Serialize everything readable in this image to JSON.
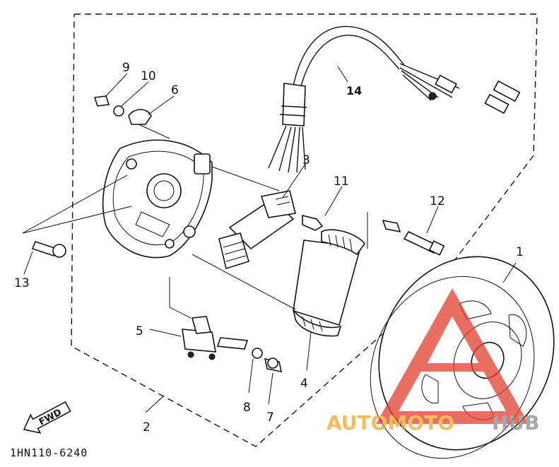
{
  "diagram": {
    "callouts": [
      "1",
      "2",
      "3",
      "4",
      "5",
      "6",
      "7",
      "8",
      "9",
      "10",
      "11",
      "12",
      "13",
      "14"
    ],
    "part_code": "1HN110-6240",
    "fwd_label": "FWD"
  },
  "watermark": {
    "text_auto": "AUTOMOTO",
    "text_hub": "HUB",
    "color_red": "#e4402f",
    "color_orange": "#f5a623",
    "color_gray": "#8a8a8a"
  }
}
